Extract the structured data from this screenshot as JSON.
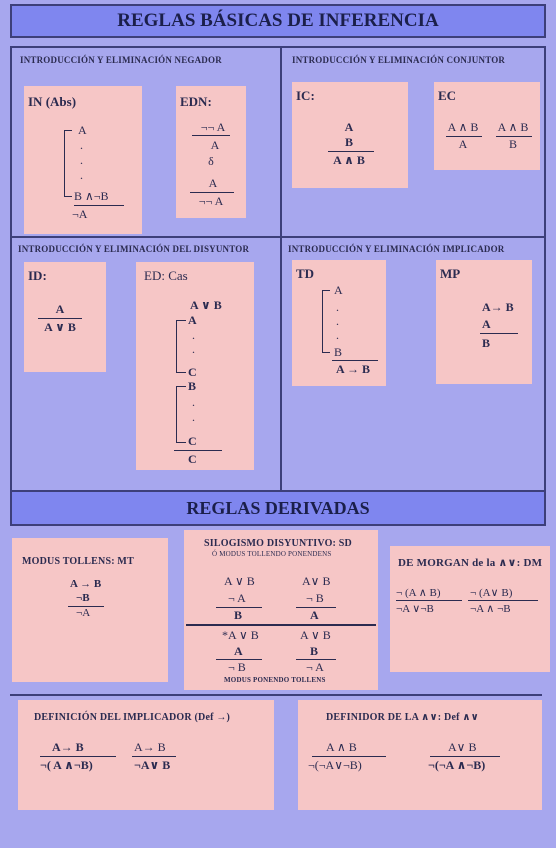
{
  "title": "REGLAS BÁSICAS DE INFERENCIA",
  "negador": {
    "header": "INTRODUCCIÓN Y ELIMINACIÓN NEGADOR",
    "in_label": "IN (Abs)",
    "in_lines": [
      "A",
      ".",
      ".",
      ".",
      "B ∧¬B",
      "¬A"
    ],
    "edn_label": "EDN:",
    "edn_lines": [
      "¬¬ A",
      "A",
      "δ",
      "A",
      "¬¬ A"
    ]
  },
  "conjuntor": {
    "header": "INTRODUCCIÓN Y ELIMINACIÓN CONJUNTOR",
    "ic_label": "IC:",
    "ic_lines": [
      "A",
      "B",
      "A ∧ B"
    ],
    "ec_label": "EC",
    "ec_lines": [
      "A ∧ B",
      "A",
      "A ∧ B",
      "B"
    ]
  },
  "disyuntor": {
    "header": "INTRODUCCIÓN Y ELIMINACIÓN DEL DISYUNTOR",
    "id_label": "ID:",
    "id_lines": [
      "A",
      "A ∨ B"
    ],
    "ed_label": "ED: Cas",
    "ed_lines": [
      "A ∨ B",
      "A",
      ".",
      ".",
      "C",
      "B",
      ".",
      ".",
      "C",
      "C"
    ]
  },
  "implicador": {
    "header": "INTRODUCCIÓN Y ELIMINACIÓN IMPLICADOR",
    "ti_label": "TD",
    "ti_lines": [
      "A",
      ".",
      ".",
      ".",
      "B",
      "A → B"
    ],
    "mp_label": "MP",
    "mp_lines": [
      "A→ B",
      "A",
      "B"
    ]
  },
  "derived_title": "REGLAS DERIVADAS",
  "mt": {
    "header": "MODUS TOLLENS: MT",
    "lines": [
      "A → B",
      "¬B",
      "¬A"
    ]
  },
  "sd": {
    "header": "SILOGISMO DISYUNTIVO: SD",
    "sub": "Ó MODUS TOLLENDO PONENDENS",
    "top": [
      "A ∨ B",
      "A∨ B",
      "¬ A",
      "¬ B",
      "B",
      "A"
    ],
    "bottom": [
      "*A ∨ B",
      "A ∨ B",
      "A",
      "B",
      "¬ B",
      "¬ A"
    ],
    "footer": "MODUS PONENDO TOLLENS"
  },
  "morgan": {
    "header": "DE MORGAN  de la ∧∨: DM",
    "lines": [
      "¬ (A ∧ B)",
      "¬ (A∨ B)",
      "¬A ∨¬B",
      "¬A  ∧ ¬B"
    ]
  },
  "defimp": {
    "header": "DEFINICIÓN DEL IMPLICADOR (Def →)",
    "lines": [
      "A→ B",
      "A→ B",
      "¬( A ∧¬B)",
      "¬A∨ B"
    ]
  },
  "defand": {
    "header": "DEFINIDOR DE LA ∧∨: Def ∧∨",
    "lines": [
      "A ∧ B",
      "A∨ B",
      "¬(¬A∨¬B)",
      "¬(¬A ∧¬B)"
    ]
  }
}
